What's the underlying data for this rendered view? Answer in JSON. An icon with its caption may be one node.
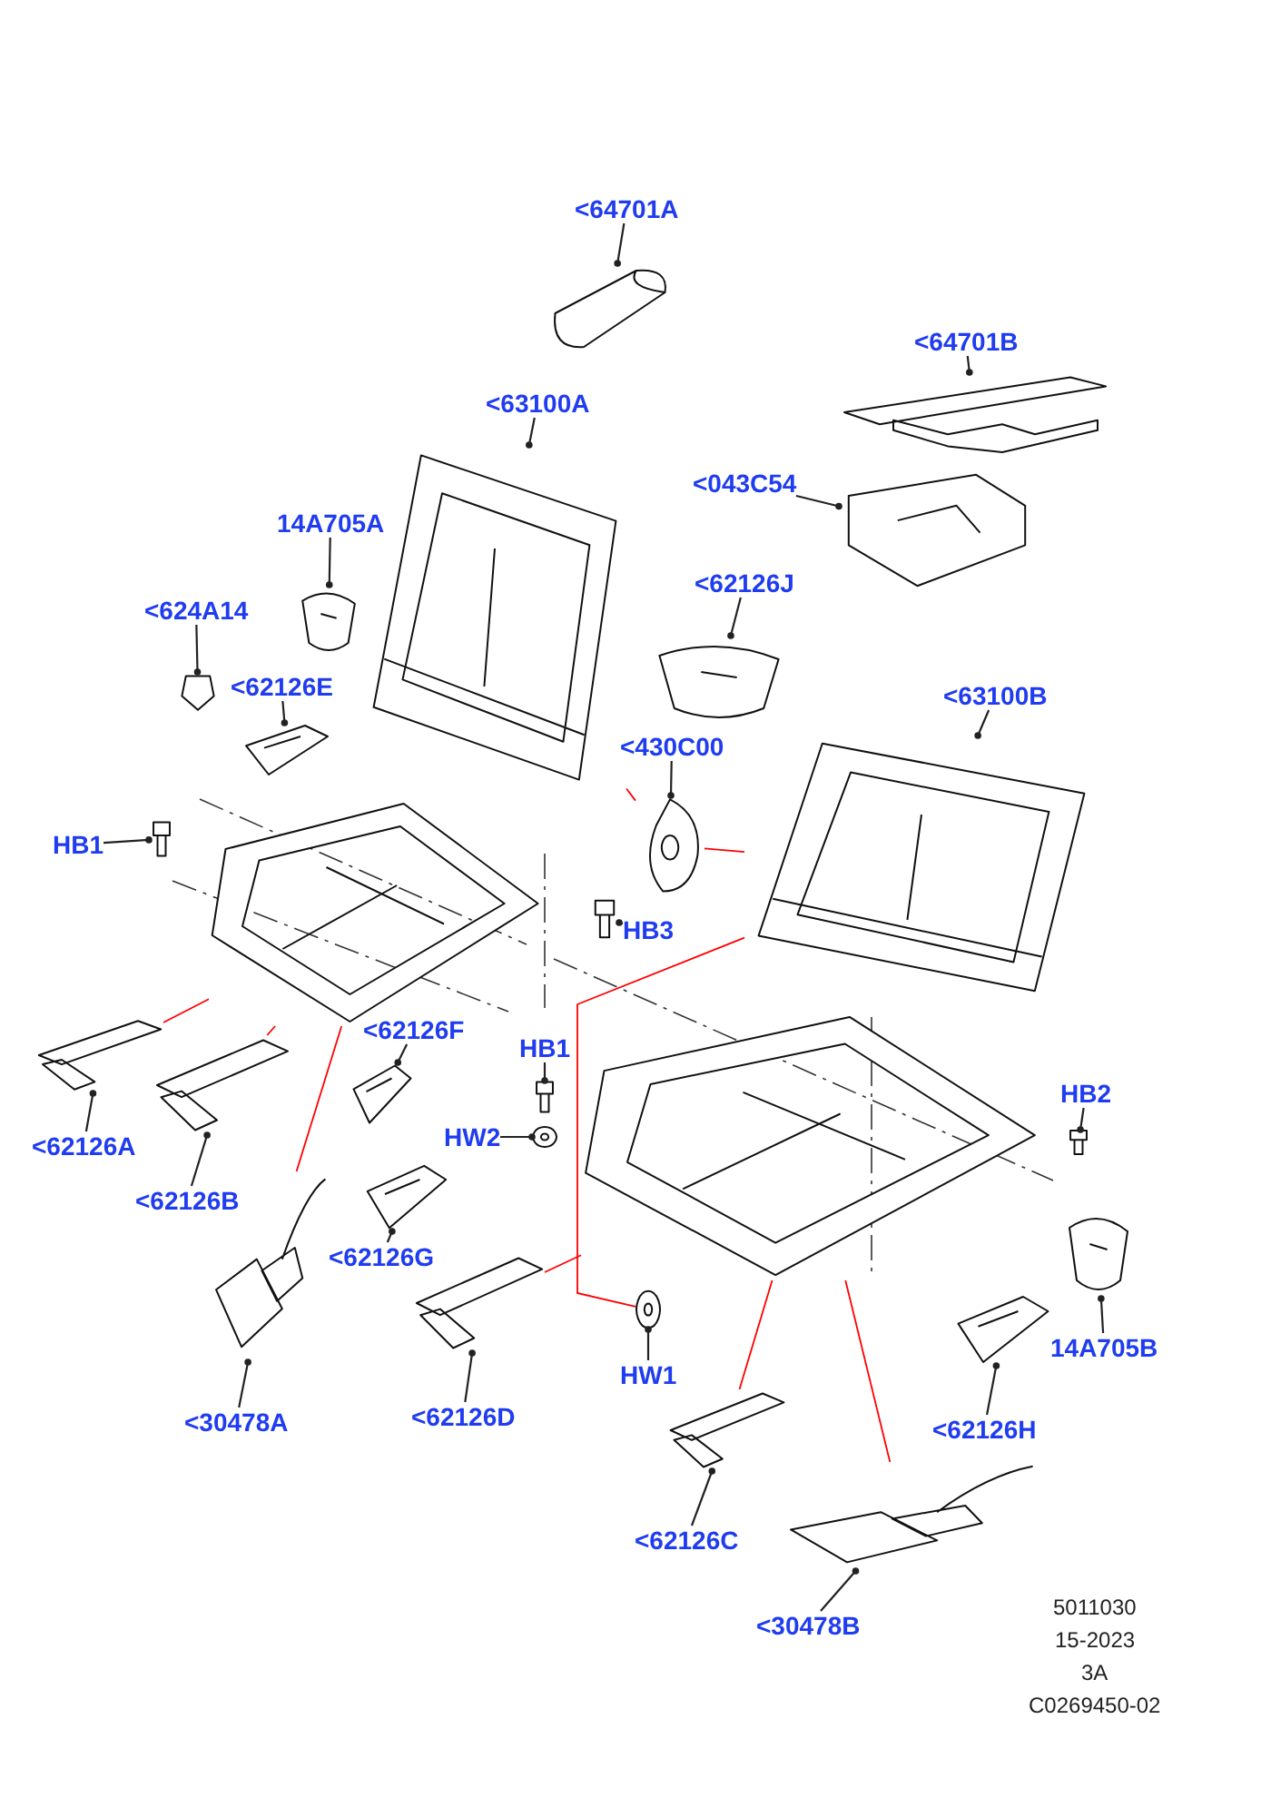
{
  "diagram": {
    "nodes": [
      {
        "text": [
          "<64701A"
        ]
      },
      {
        "text": [
          "<64701B"
        ]
      },
      {
        "text": [
          "<63100A"
        ]
      },
      {
        "text": [
          "<043C54"
        ]
      },
      {
        "text": [
          "14A705A"
        ]
      },
      {
        "text": [
          "<62126J"
        ]
      },
      {
        "text": [
          "<624A14"
        ]
      },
      {
        "text": [
          "<62126E"
        ]
      },
      {
        "text": [
          "<63100B"
        ]
      },
      {
        "text": [
          "<430C00"
        ]
      },
      {
        "text": [
          "HB1"
        ]
      },
      {
        "text": [
          "HB3"
        ]
      },
      {
        "text": [
          "<62126F"
        ]
      },
      {
        "text": [
          "HB1"
        ]
      },
      {
        "text": [
          "HW2"
        ]
      },
      {
        "text": [
          "HB2"
        ]
      },
      {
        "text": [
          "<62126A"
        ]
      },
      {
        "text": [
          "<62126B"
        ]
      },
      {
        "text": [
          "<62126G"
        ]
      },
      {
        "text": [
          "<30478A"
        ]
      },
      {
        "text": [
          "<62126D"
        ]
      },
      {
        "text": [
          "HW1"
        ]
      },
      {
        "text": [
          "14A705B"
        ]
      },
      {
        "text": [
          "<62126H"
        ]
      },
      {
        "text": [
          "<62126C"
        ]
      },
      {
        "text": [
          "<30478B"
        ]
      },
      {
        "text": [],
        "shape": "picture"
      },
      {
        "text": [],
        "shape": "picture"
      },
      {
        "text": [],
        "shape": "picture"
      },
      {
        "text": [],
        "shape": "picture"
      },
      {
        "text": [],
        "shape": "picture"
      },
      {
        "text": [],
        "shape": "picture"
      },
      {
        "text": [],
        "shape": "picture"
      },
      {
        "text": [],
        "shape": "picture"
      },
      {
        "text": [],
        "shape": "picture"
      },
      {
        "text": [],
        "shape": "picture"
      },
      {
        "text": [],
        "shape": "bolt"
      },
      {
        "text": [],
        "shape": "bolt"
      },
      {
        "text": [],
        "shape": "picture"
      },
      {
        "text": [],
        "shape": "bolt"
      },
      {
        "text": [],
        "shape": "washer"
      },
      {
        "text": [],
        "shape": "bolt"
      },
      {
        "text": [],
        "shape": "picture"
      },
      {
        "text": [],
        "shape": "picture"
      },
      {
        "text": [],
        "shape": "picture"
      },
      {
        "text": [],
        "shape": "picture"
      },
      {
        "text": [],
        "shape": "picture"
      },
      {
        "text": [],
        "shape": "washer"
      },
      {
        "text": [],
        "shape": "picture"
      },
      {
        "text": [],
        "shape": "picture"
      },
      {
        "text": [],
        "shape": "picture"
      },
      {
        "text": [],
        "shape": "picture"
      },
      {
        "text": [],
        "shape": "picture"
      },
      {
        "text": [],
        "shape": "picture"
      }
    ],
    "edges": [
      {
        "from": 0,
        "to": 26,
        "arrow": "other"
      },
      {
        "from": 1,
        "to": 27,
        "arrow": "other"
      },
      {
        "from": 2,
        "to": 28,
        "arrow": "other"
      },
      {
        "from": 3,
        "to": 29,
        "arrow": "other"
      },
      {
        "from": 4,
        "to": 30,
        "arrow": "other"
      },
      {
        "from": 5,
        "to": 31,
        "arrow": "other"
      },
      {
        "from": 6,
        "to": 32,
        "arrow": "other"
      },
      {
        "from": 7,
        "to": 33,
        "arrow": "other"
      },
      {
        "from": 8,
        "to": 34,
        "arrow": "other"
      },
      {
        "from": 9,
        "to": 35,
        "arrow": "other"
      },
      {
        "from": 10,
        "to": 36,
        "arrow": "other"
      },
      {
        "from": 11,
        "to": 37,
        "arrow": "other"
      },
      {
        "from": 12,
        "to": 38,
        "arrow": "other"
      },
      {
        "from": 13,
        "to": 39,
        "arrow": "other"
      },
      {
        "from": 14,
        "to": 40,
        "arrow": "other"
      },
      {
        "from": 15,
        "to": 41,
        "arrow": "other"
      },
      {
        "from": 16,
        "to": 42,
        "arrow": "other"
      },
      {
        "from": 17,
        "to": 43,
        "arrow": "other"
      },
      {
        "from": 18,
        "to": 44,
        "arrow": "other"
      },
      {
        "from": 19,
        "to": 45,
        "arrow": "other"
      },
      {
        "from": 20,
        "to": 46,
        "arrow": "other"
      },
      {
        "from": 21,
        "to": 47,
        "arrow": "other"
      },
      {
        "from": 22,
        "to": 48,
        "arrow": "other"
      },
      {
        "from": 23,
        "to": 49,
        "arrow": "other"
      },
      {
        "from": 24,
        "to": 50,
        "arrow": "other"
      },
      {
        "from": 25,
        "to": 51,
        "arrow": "other"
      },
      {
        "from": 35,
        "to": 28,
        "arrow": "none",
        "color": "#ff0000"
      },
      {
        "from": 35,
        "to": 34,
        "arrow": "none",
        "color": "#ff0000"
      },
      {
        "from": 42,
        "to": 52,
        "arrow": "none",
        "color": "#ff0000"
      },
      {
        "from": 43,
        "to": 52,
        "arrow": "none",
        "color": "#ff0000"
      },
      {
        "from": 45,
        "to": 52,
        "arrow": "none",
        "color": "#ff0000"
      },
      {
        "from": 46,
        "to": 53,
        "arrow": "none",
        "color": "#ff0000"
      },
      {
        "from": 47,
        "to": 34,
        "arrow": "none",
        "color": "#ff0000"
      },
      {
        "from": 50,
        "to": 53,
        "arrow": "none",
        "color": "#ff0000"
      },
      {
        "from": 51,
        "to": 53,
        "arrow": "none",
        "color": "#ff0000"
      }
    ],
    "labels": [
      "5011030",
      "15-2023",
      "3A",
      "C0269450-02"
    ]
  }
}
